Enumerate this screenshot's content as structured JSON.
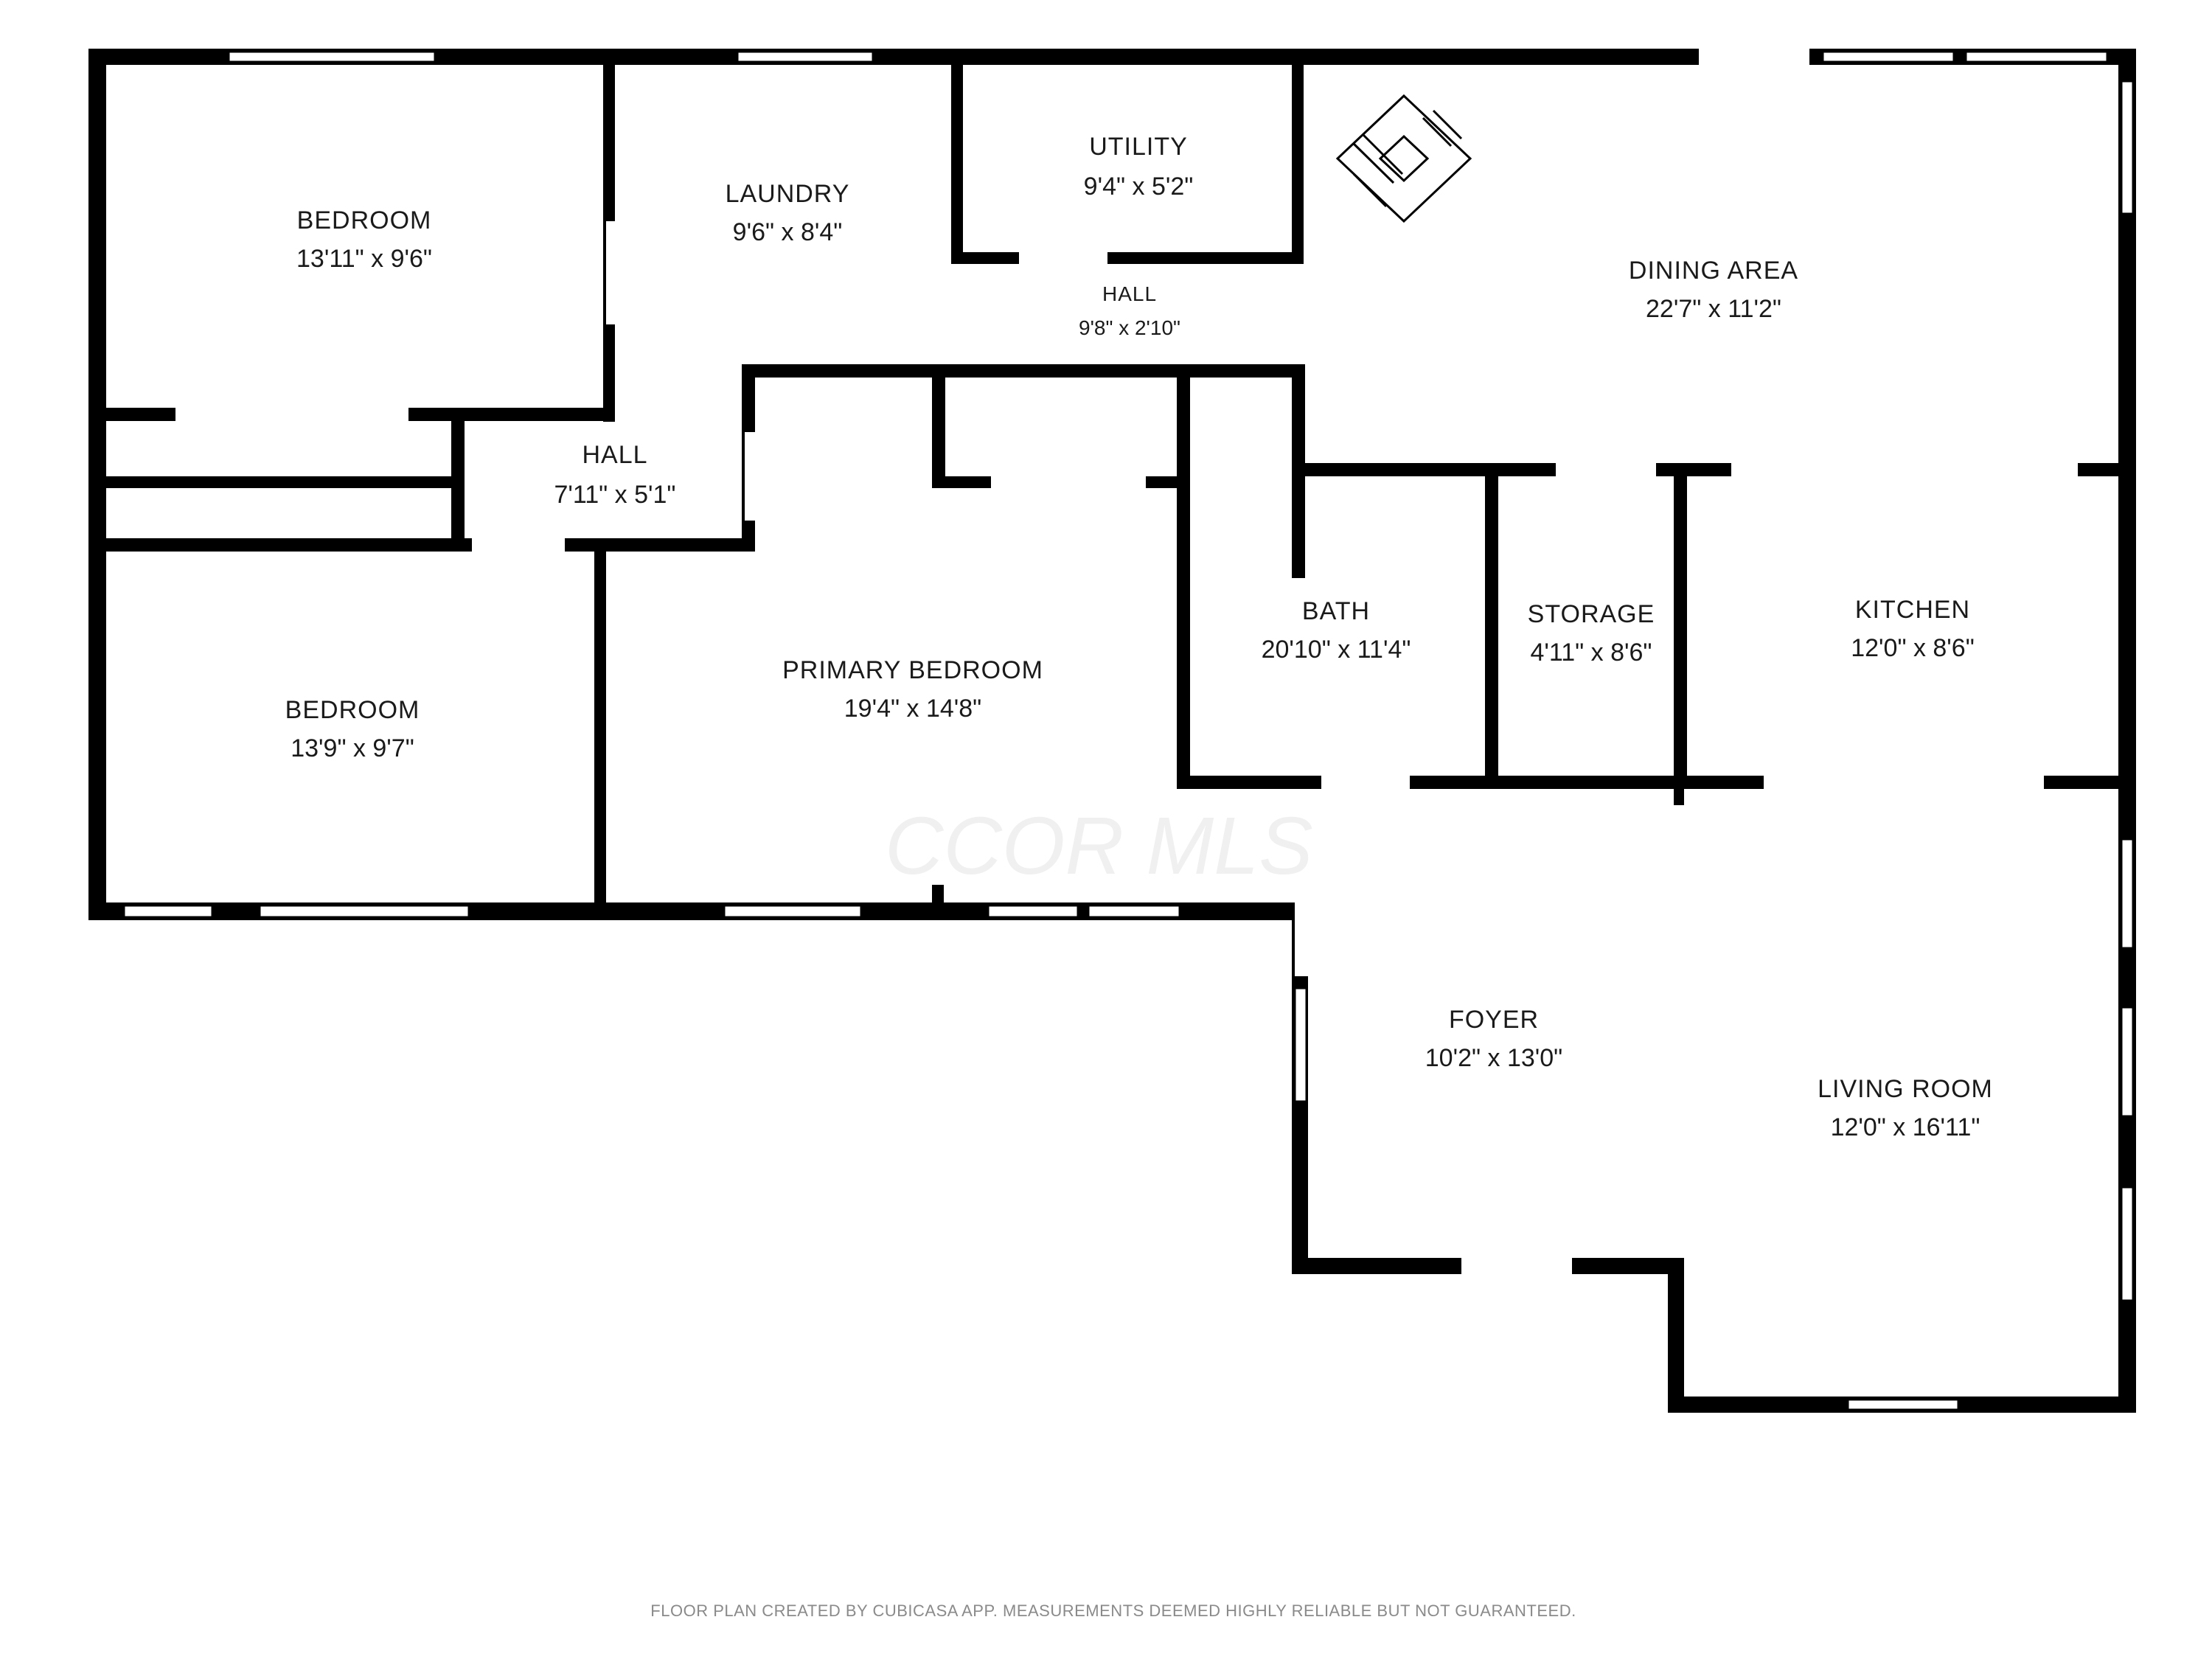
{
  "plan": {
    "rooms": [
      {
        "key": "bedroom_nw",
        "name": "BEDROOM",
        "dims": "13'11\" x 9'6\""
      },
      {
        "key": "laundry",
        "name": "LAUNDRY",
        "dims": "9'6\" x 8'4\""
      },
      {
        "key": "utility",
        "name": "UTILITY",
        "dims": "9'4\" x 5'2\""
      },
      {
        "key": "hall_upper",
        "name": "HALL",
        "dims": "9'8\" x 2'10\""
      },
      {
        "key": "dining",
        "name": "DINING AREA",
        "dims": "22'7\" x 11'2\""
      },
      {
        "key": "hall_left",
        "name": "HALL",
        "dims": "7'11\" x 5'1\""
      },
      {
        "key": "bedroom_sw",
        "name": "BEDROOM",
        "dims": "13'9\" x 9'7\""
      },
      {
        "key": "primary",
        "name": "PRIMARY BEDROOM",
        "dims": "19'4\" x 14'8\""
      },
      {
        "key": "bath",
        "name": "BATH",
        "dims": "20'10\" x 11'4\""
      },
      {
        "key": "storage",
        "name": "STORAGE",
        "dims": "4'11\" x 8'6\""
      },
      {
        "key": "kitchen",
        "name": "KITCHEN",
        "dims": "12'0\" x 8'6\""
      },
      {
        "key": "foyer",
        "name": "FOYER",
        "dims": "10'2\" x 13'0\""
      },
      {
        "key": "living",
        "name": "LIVING ROOM",
        "dims": "12'0\" x 16'11\""
      }
    ],
    "watermark": "CCOR MLS",
    "footer": "FLOOR PLAN CREATED BY CUBICASA APP. MEASUREMENTS DEEMED HIGHLY RELIABLE BUT NOT GUARANTEED.",
    "colors": {
      "wall": "#000000",
      "background": "#ffffff",
      "text": "#1a1a1a",
      "footer": "#8a8a8a"
    }
  }
}
